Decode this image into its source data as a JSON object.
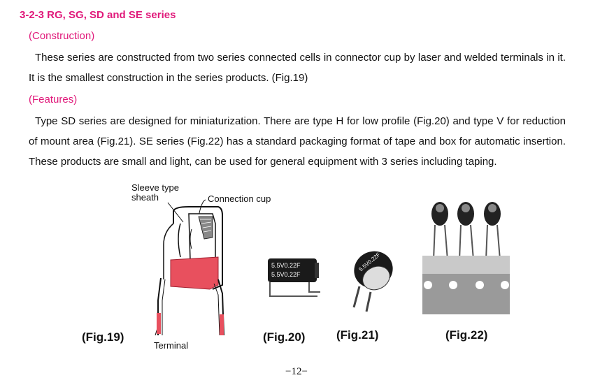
{
  "heading": "3-2-3 RG, SG, SD and SE series",
  "construction": {
    "label": "(Construction)",
    "text": "These series are constructed from two series connected cells in connector cup by laser and welded terminals in it. It is the smallest construction in the series products. (Fig.19)"
  },
  "features": {
    "label": "(Features)",
    "text": "Type SD series are designed for miniaturization. There are type H for low profile (Fig.20) and type V for reduction of mount area (Fig.21). SE series (Fig.22) has a standard packaging format of tape and box for automatic insertion. These products are small and light, can be used for general equipment with 3 series including taping."
  },
  "figure19": {
    "caption": "(Fig.19)",
    "annotations": {
      "sleeve": "Sleeve type sheath",
      "cup": "Connection cup",
      "terminal": "Terminal"
    }
  },
  "figure20": {
    "caption": "(Fig.20)",
    "marking": "5.5V0.22F"
  },
  "figure21": {
    "caption": "(Fig.21)",
    "marking": "5.5V0.22F"
  },
  "figure22": {
    "caption": "(Fig.22)"
  },
  "page_number": "−12−",
  "colors": {
    "accent": "#e0197a",
    "sheath_red": "#e8505e"
  }
}
